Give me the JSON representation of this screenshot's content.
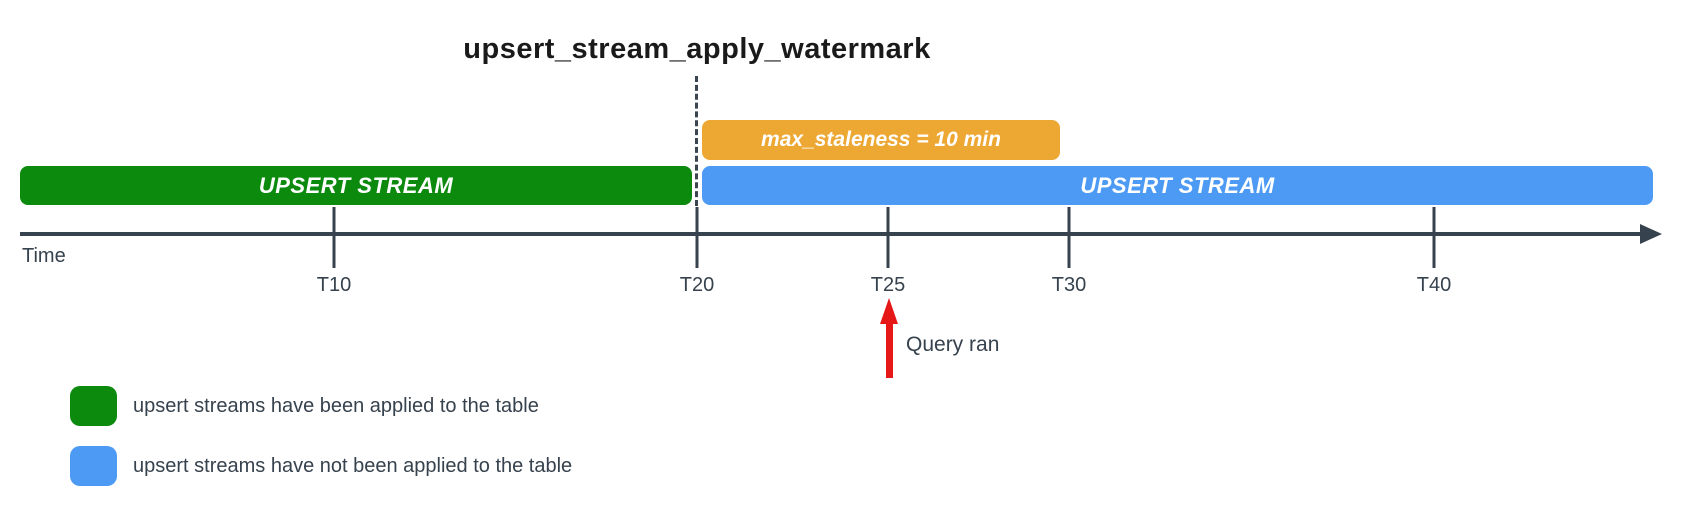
{
  "title": "upsert_stream_apply_watermark",
  "diagram": {
    "applied_bar_label": "UPSERT STREAM",
    "not_applied_bar_label": "UPSERT STREAM",
    "staleness_label": "max_staleness = 10 min"
  },
  "timeline": {
    "axis_label": "Time",
    "ticks": [
      {
        "label": "T10"
      },
      {
        "label": "T20"
      },
      {
        "label": "T25"
      },
      {
        "label": "T30"
      },
      {
        "label": "T40"
      }
    ]
  },
  "annotation": {
    "query_ran_label": "Query ran"
  },
  "legend": {
    "items": [
      {
        "swatch_color": "#0b8a0e",
        "label": "upsert streams have been applied to the table"
      },
      {
        "swatch_color": "#4d9af5",
        "label": "upsert streams have not been applied to the table"
      }
    ]
  },
  "colors": {
    "applied_green": "#0b8a0e",
    "not_applied_blue": "#4d9af5",
    "staleness_orange": "#eda733",
    "axis_dark": "#36424d",
    "query_arrow_red": "#e51717",
    "title_black": "#1a1a1a"
  }
}
